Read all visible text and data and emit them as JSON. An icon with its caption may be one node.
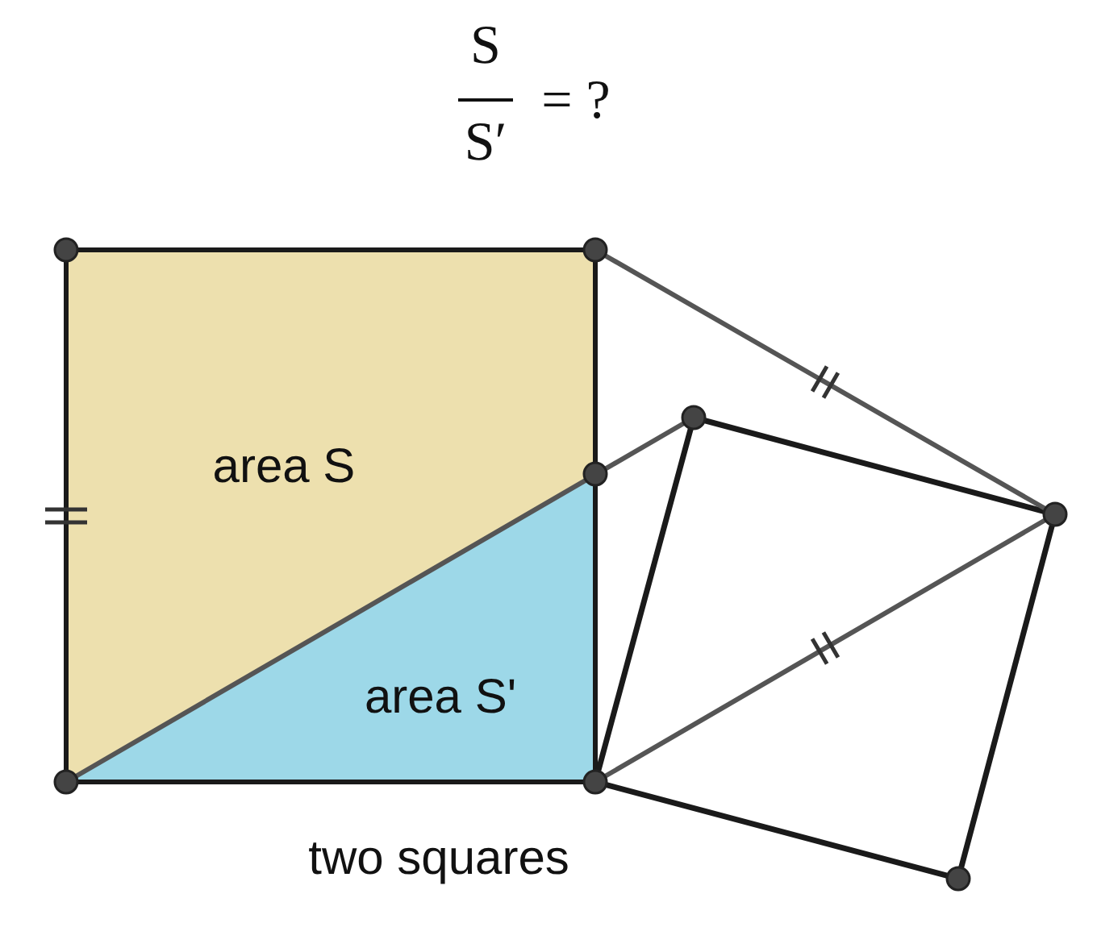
{
  "diagram": {
    "labels": [
      "S",
      "S′",
      "= ?",
      "area S",
      "area S'",
      "two squares"
    ]
  }
}
